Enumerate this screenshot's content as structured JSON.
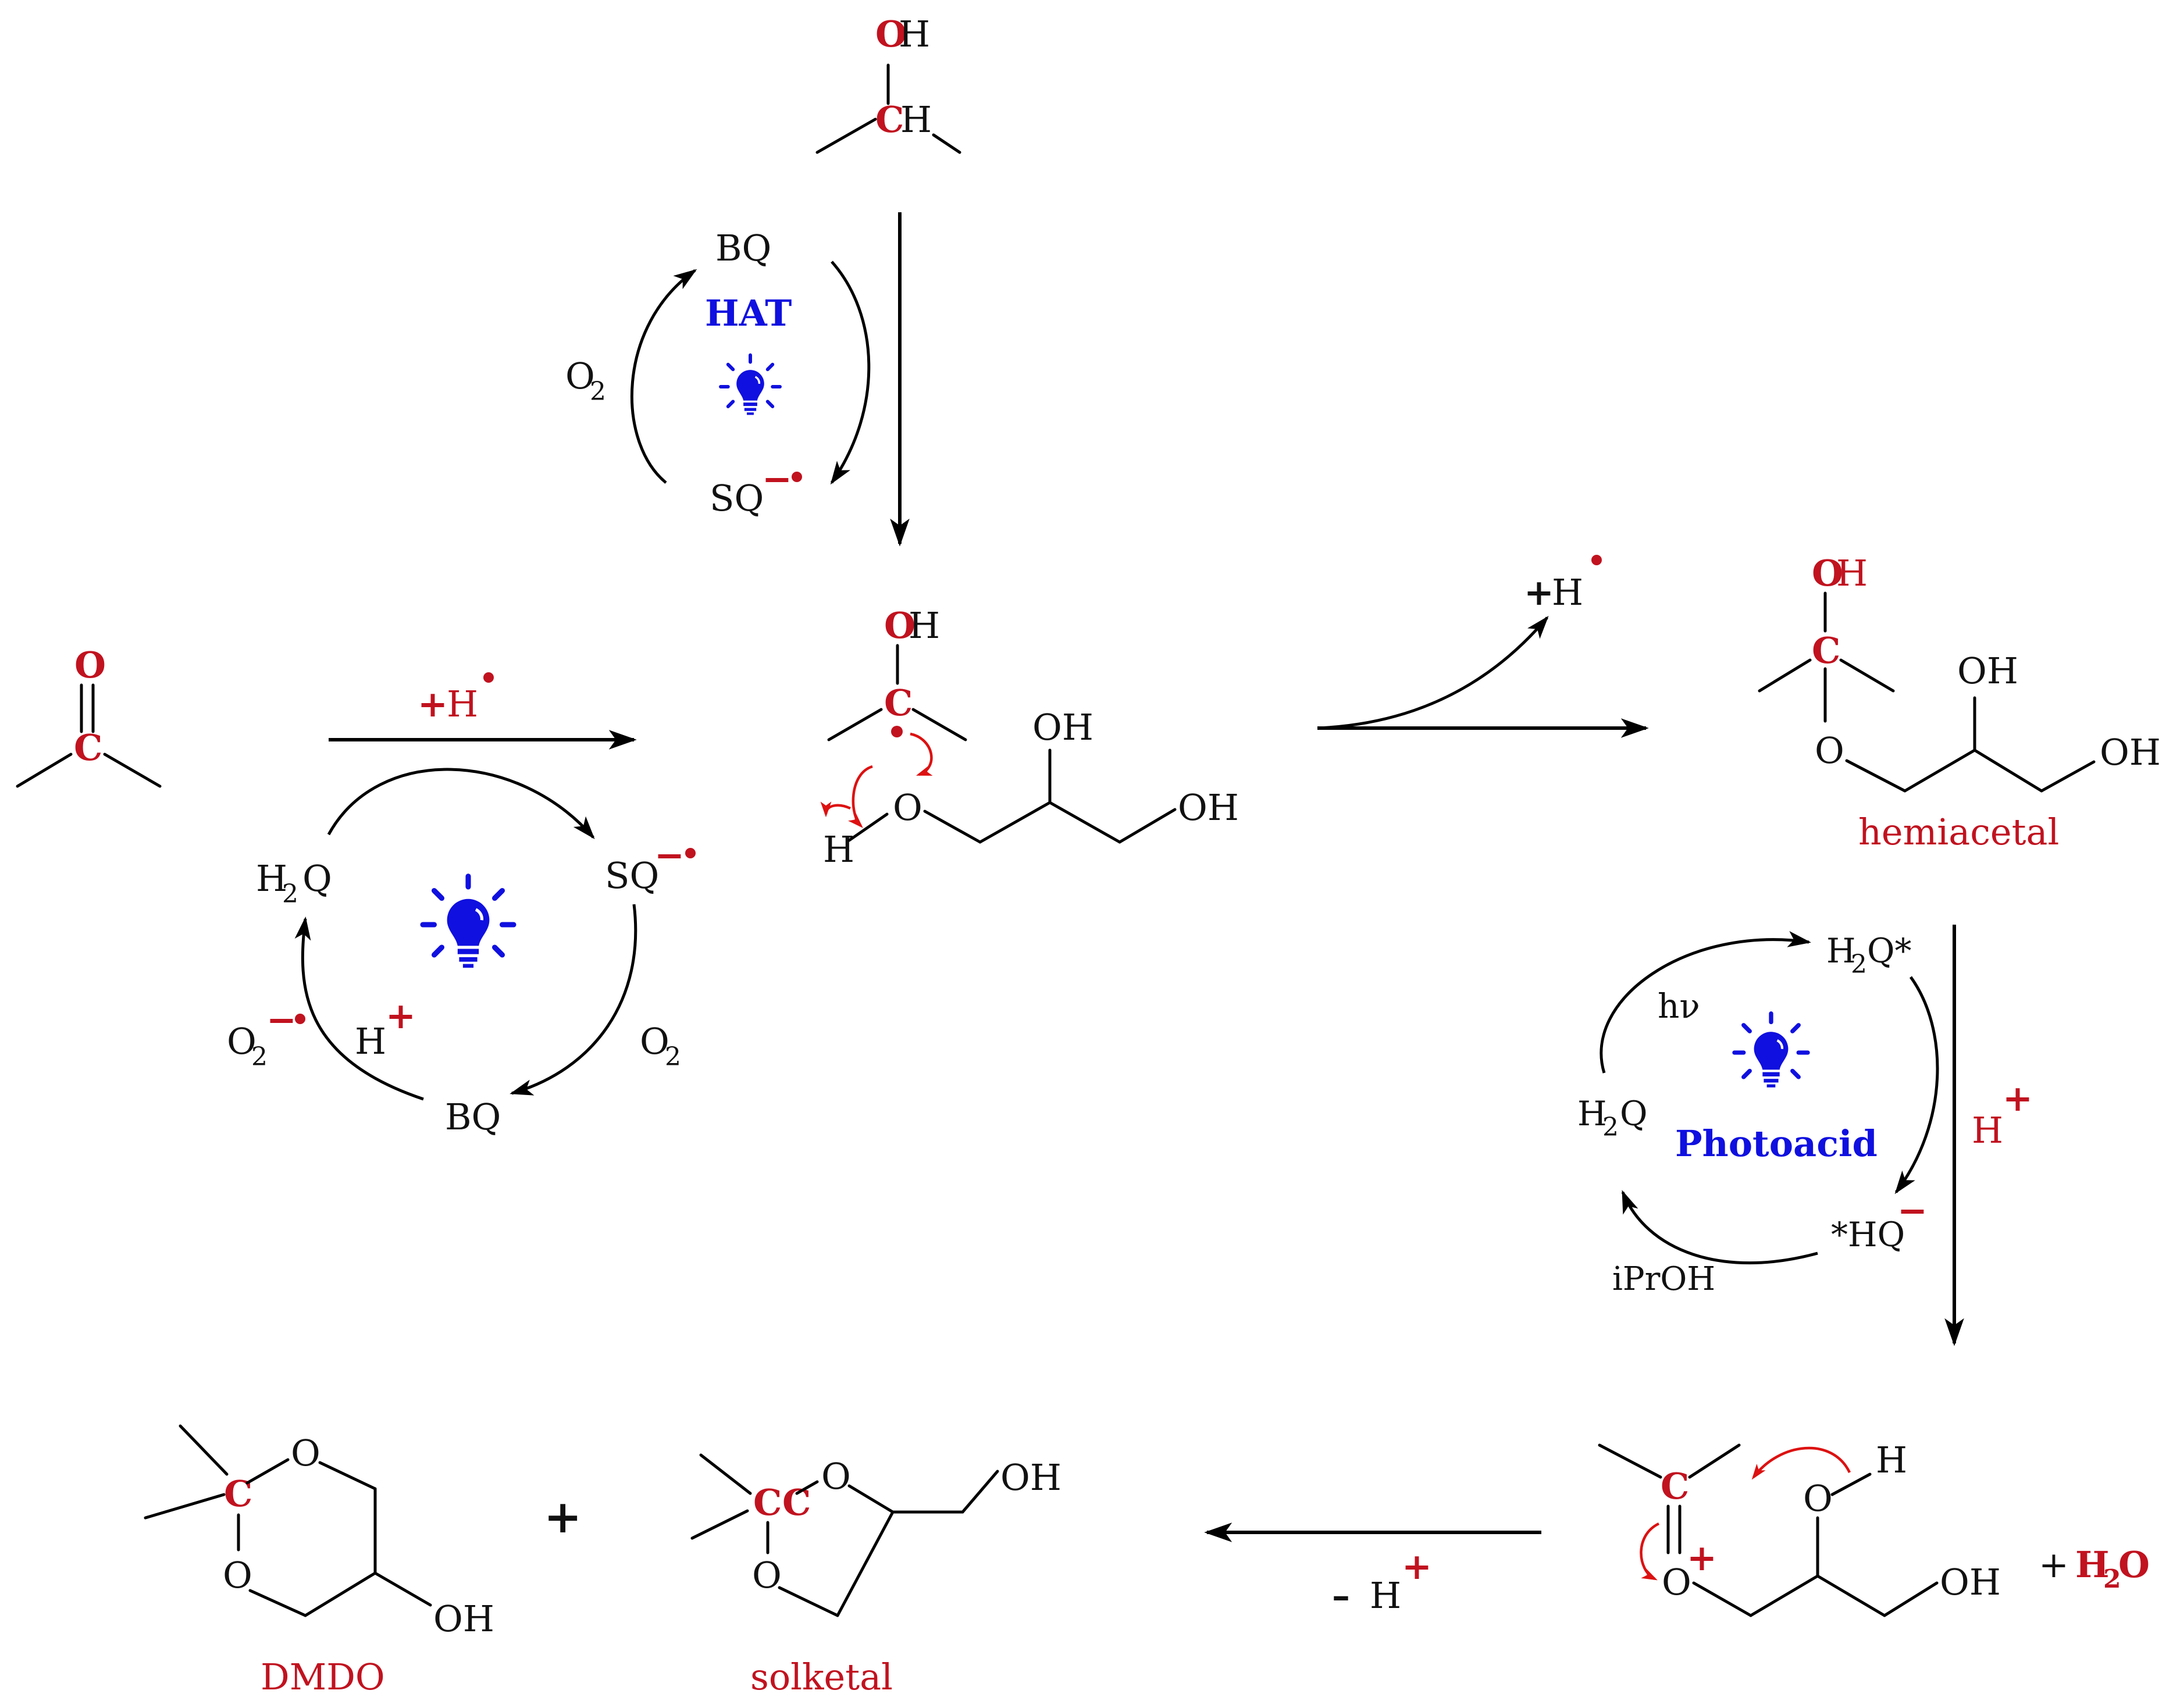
{
  "colors": {
    "text": "#111111",
    "accent_red": "#c1121f",
    "accent_blue": "#1010e0"
  },
  "icons": [
    "lightbulb-icon"
  ],
  "top_cycle": {
    "label": "HAT",
    "bq": "BQ",
    "sq": "SQ",
    "o2": "O",
    "o2_sub": "2",
    "minus": "−"
  },
  "left_cycle": {
    "h2q_h": "H",
    "h2q_sub": "2",
    "h2q_q": "Q",
    "sq": "SQ",
    "bq": "BQ",
    "o2": "O",
    "o2_sub": "2",
    "o2rad": "O",
    "o2rad_sub": "2",
    "hplus_h": "H",
    "plus": "+",
    "minus": "−"
  },
  "arrow_labels": {
    "plus_hrad_plus": "+",
    "plus_hrad_h": "H",
    "out_plus": "+",
    "out_h": "H",
    "h_plus_h": "H",
    "h_plus_sign": "+",
    "minus_h_minus": "–",
    "minus_h_h": "H",
    "minus_h_plus": "+"
  },
  "atoms": {
    "O": "O",
    "C": "C",
    "H": "H",
    "OH": "OH"
  },
  "photoacid_cycle": {
    "label": "Photoacid",
    "h2q_star": "H",
    "h2q_star_sub": "2",
    "h2q_star_rest": "Q*",
    "hq_star": "*HQ",
    "minus": "−",
    "h2q_h": "H",
    "h2q_sub": "2",
    "h2q_q": "Q",
    "hv": "hν",
    "iproh": "iPrOH"
  },
  "names": {
    "hemiacetal": "hemiacetal",
    "dmdo": "DMDO",
    "solketal": "solketal"
  },
  "water": {
    "plus": "+",
    "h": "H",
    "sub": "2",
    "o": "O"
  },
  "plus_sign": "+"
}
